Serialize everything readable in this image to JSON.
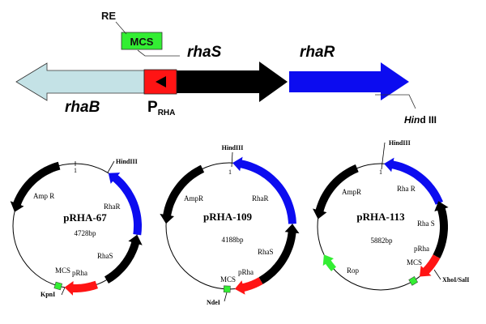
{
  "top_map": {
    "re_label": "RE",
    "mcs_label": "MCS",
    "rhaS_label": "rhaS",
    "rhaR_label": "rhaR",
    "rhaB_label": "rhaB",
    "promoter_label": "P",
    "promoter_subscript": "RHA",
    "hind_label_italic": "Hin",
    "hind_label_rest": "d III"
  },
  "plasmids": [
    {
      "name": "pRHA-67",
      "size": "4728bp",
      "origin": "1",
      "site_top": "HindIII",
      "site_bottom": "KpnI",
      "labels": {
        "amp": "Amp R",
        "rhar": "RhaR",
        "rhas": "RhaS",
        "prha": "pRha",
        "mcs": "MCS"
      }
    },
    {
      "name": "pRHA-109",
      "size": "4188bp",
      "origin": "1",
      "site_top": "HindIII",
      "site_bottom": "NdeI",
      "labels": {
        "amp": "AmpR",
        "rhar": "RhaR",
        "rhas": "RhaS",
        "prha": "pRha",
        "mcs": "MCS"
      }
    },
    {
      "name": "pRHA-113",
      "size": "5882bp",
      "origin": "1",
      "site_top": "HindIII",
      "site_bottom": "XhoI/SalI",
      "labels": {
        "amp": "AmpR",
        "rhar": "Rha R",
        "rhas": "Rha S",
        "prha": "pRha",
        "mcs": "MCS",
        "rop": "Rop"
      }
    }
  ],
  "colors": {
    "rhaB": "#c4e2e6",
    "promoter": "#ff1414",
    "rhaS": "#000000",
    "rhaR": "#0c0cf0",
    "mcs": "#33ee33"
  }
}
